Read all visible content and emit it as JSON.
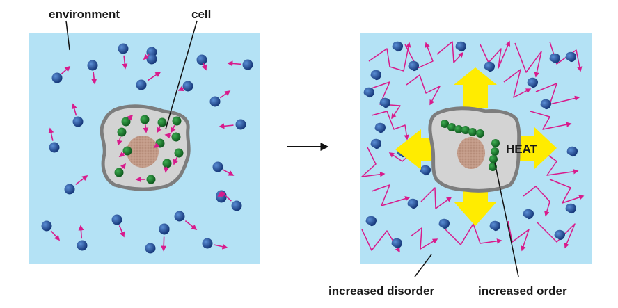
{
  "labels": {
    "environment": "environment",
    "cell": "cell",
    "heat": "HEAT",
    "increased_disorder": "increased disorder",
    "increased_order": "increased order"
  },
  "colors": {
    "background_water": "#b4e2f5",
    "cell_body": "#d3d3d3",
    "cell_outline": "#7d7d7d",
    "nucleus": "#c29a87",
    "ordered_molecule": "#1f7a2e",
    "free_molecule": "#1f4f9e",
    "motion_arrow": "#d81b8c",
    "heat_arrow": "#ffec00"
  },
  "icons": {
    "transition": "right-arrow-icon",
    "heat": "heat-arrow-icon"
  }
}
